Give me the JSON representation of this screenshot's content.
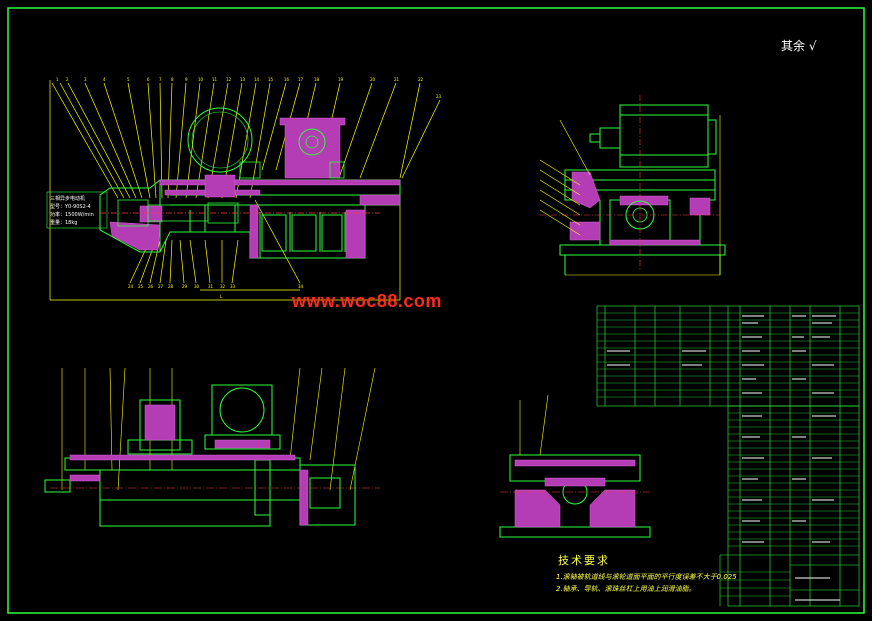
{
  "watermark": "www.woc88.com",
  "corner_mark": "其余 √",
  "tech_requirements": {
    "title": "技术要求",
    "note_1": "1.滚轴被轨道线与滚轮道面平面的平行度误差不大于0.025",
    "note_2": "2.轴承、导轨、滚珠丝杠上用油上润滑油脂。"
  },
  "motor_spec": {
    "line_1": "三相异步电动机",
    "line_2": "型号：Y0-90S2-4",
    "line_3": "功率：1500W/min",
    "line_4": "重量：18kg"
  },
  "colors": {
    "background": "#000000",
    "outline": "#00ff3c",
    "section_fill": "#b43cb4",
    "dimension": "#ffff00",
    "frame": "#00ff3c",
    "watermark": "#ff2a1a"
  }
}
